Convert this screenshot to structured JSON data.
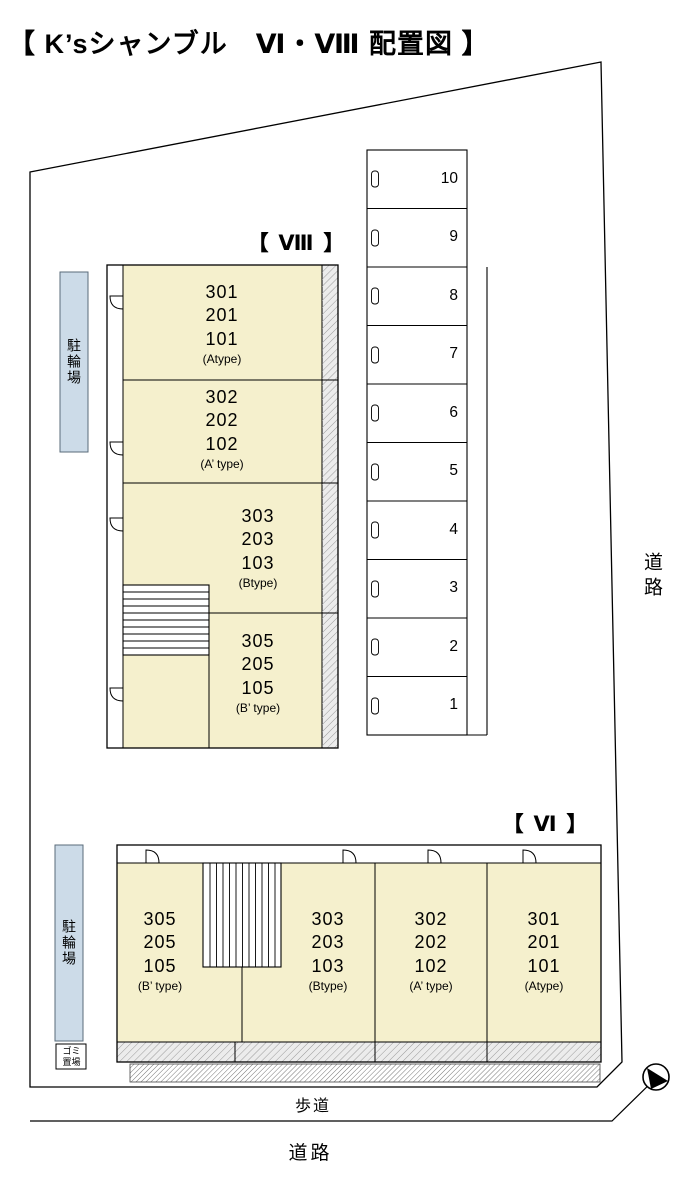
{
  "title": "【 K’sシャンブル　Ⅵ・Ⅷ 配置図 】",
  "site": {
    "road_right": "道路",
    "sidewalk": "歩道",
    "road_bottom": "道路",
    "bicycle_parking_upper": "駐輪場",
    "bicycle_parking_lower": "駐輪場",
    "garbage": "ゴミ\n置場"
  },
  "building_viii": {
    "label": "【 Ⅷ 】",
    "units": [
      {
        "rooms": "301\n201\n101",
        "type": "(Atype)"
      },
      {
        "rooms": "302\n202\n102",
        "type": "(A’ type)"
      },
      {
        "rooms": "303\n203\n103",
        "type": "(Btype)"
      },
      {
        "rooms": "305\n205\n105",
        "type": "(B’ type)"
      }
    ]
  },
  "building_vi": {
    "label": "【 Ⅵ 】",
    "units": [
      {
        "rooms": "305\n205\n105",
        "type": "(B’ type)"
      },
      {
        "rooms": "303\n203\n103",
        "type": "(Btype)"
      },
      {
        "rooms": "302\n202\n102",
        "type": "(A’ type)"
      },
      {
        "rooms": "301\n201\n101",
        "type": "(Atype)"
      }
    ]
  },
  "parking": {
    "stalls": [
      "10",
      "9",
      "8",
      "7",
      "6",
      "5",
      "4",
      "3",
      "2",
      "1"
    ]
  },
  "icons": {
    "compass": "north-arrow-icon"
  },
  "colors": {
    "unit_fill": "#f5f0cd",
    "bike_fill": "#ccdbe8",
    "line": "#000000"
  }
}
